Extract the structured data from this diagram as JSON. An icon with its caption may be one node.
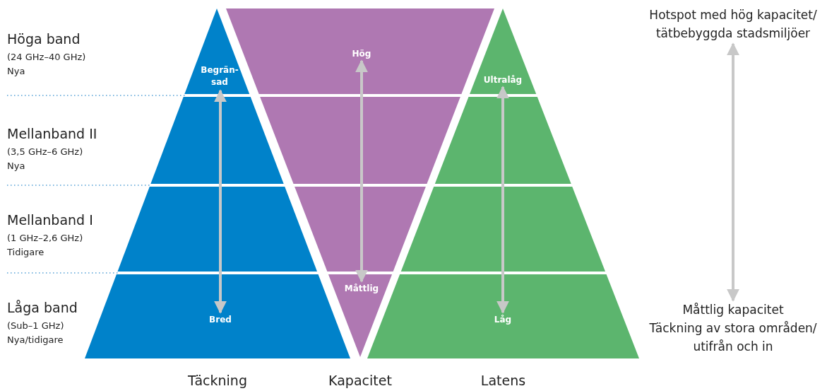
{
  "diagram": {
    "nodes": [
      {
        "text": [
          "Täckning"
        ]
      },
      {
        "text": [
          "Begrän- sad"
        ],
        "in": 0
      },
      {
        "text": [
          "Bred"
        ],
        "in": 0
      },
      {
        "text": [
          "Kapacitet"
        ]
      },
      {
        "text": [
          "Hög"
        ],
        "in": 3
      },
      {
        "text": [
          "Måttlig"
        ],
        "in": 3
      },
      {
        "text": [
          "Latens"
        ]
      },
      {
        "text": [
          "Ultralåg"
        ],
        "in": 6
      },
      {
        "text": [
          "Låg"
        ],
        "in": 6
      },
      {
        "text": [
          "Hotspot med hög kapacitet/ tätbebyggda stadsmiljöer"
        ]
      },
      {
        "text": [
          "Måttlig kapacitet",
          "Täckning av stora områden/ utifrån och in"
        ]
      }
    ],
    "edges": [
      {
        "from": 2,
        "to": 1,
        "arrow": "both"
      },
      {
        "from": 5,
        "to": 4,
        "arrow": "both"
      },
      {
        "from": 8,
        "to": 7,
        "arrow": "both"
      },
      {
        "from": 10,
        "to": 9,
        "arrow": "both"
      }
    ],
    "labels": [
      "Höga band",
      "(24 GHz–40 GHz)",
      "Nya",
      "Mellanband II",
      "(3,5 GHz–6 GHz)",
      "Nya",
      "Mellanband I",
      "(1 GHz–2,6 GHz)",
      "Tidigare",
      "Låga band",
      "(Sub–1 GHz)",
      "Nya/tidigare"
    ]
  }
}
